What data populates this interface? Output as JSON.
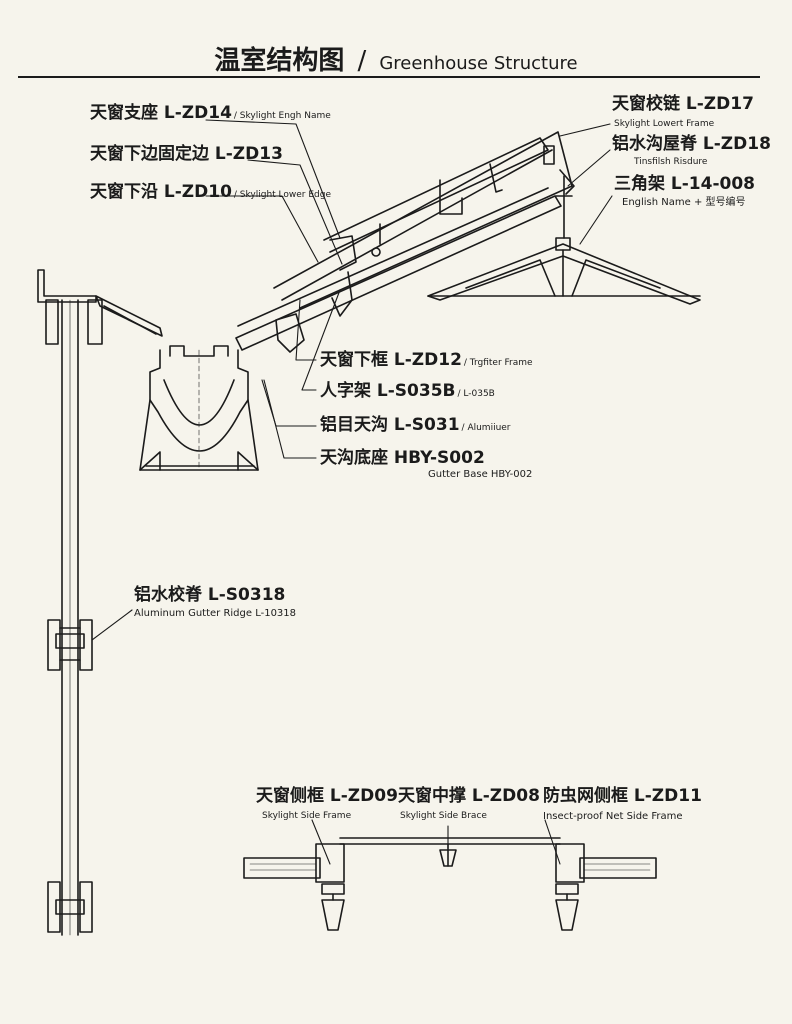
{
  "title": {
    "zh": "温室结构图",
    "sep": "/",
    "en": "Greenhouse Structure"
  },
  "labels": {
    "zd14": {
      "zh": "天窗支座 L-ZD14",
      "en": "/ Skylight Engh Name"
    },
    "zd13": {
      "zh": "天窗下边固定边 L-ZD13"
    },
    "zd10": {
      "zh": "天窗下沿 L-ZD10",
      "en": "/ Skylight Lower Edge"
    },
    "zd17": {
      "zh": "天窗校链 L-ZD17",
      "en": "Skylight Lowert Frame"
    },
    "zd18": {
      "zh": "铝水沟屋脊   L-ZD18",
      "en": "Tinsfilsh Risdure"
    },
    "truss": {
      "zh": "三角架 L-14-008",
      "en": "English Name + 型号编号"
    },
    "zd12": {
      "zh": "天窗下框 L-ZD12",
      "en": "/ Trgfiter Frame"
    },
    "s035b": {
      "zh": "人字架   L-S035B",
      "en": "/ L-035B"
    },
    "s031": {
      "zh": "铝目天沟 L-S031",
      "en": "/ Alumiiuer"
    },
    "hby": {
      "zh": "天沟底座 HBY-S002",
      "en": "Gutter Base HBY-002"
    },
    "s0318": {
      "zh": "铝水校脊 L-S0318",
      "en": "Aluminum Gutter Ridge L-10318"
    },
    "zd09": {
      "zh": "天窗侧框 L-ZD09",
      "en": "Skylight Side Frame"
    },
    "zd08": {
      "zh": "天窗中撑 L-ZD08",
      "en": "Skylight Side Brace"
    },
    "zd11": {
      "zh": "防虫网侧框 L-ZD11",
      "en": "Insect-proof Net Side Frame"
    }
  }
}
